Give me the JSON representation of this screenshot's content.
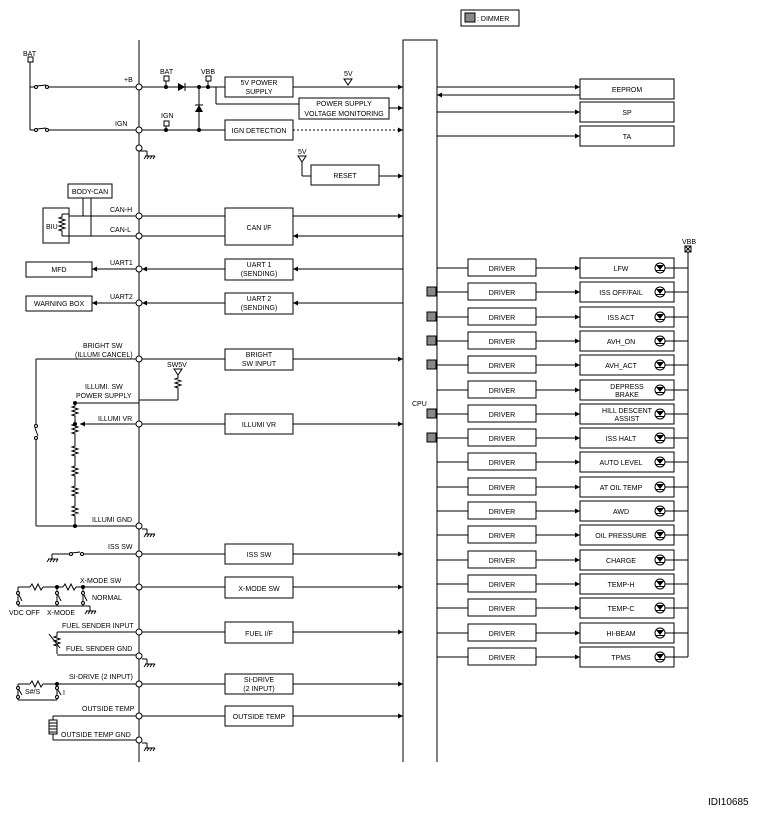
{
  "legend": {
    "label": ": DIMMER"
  },
  "figure_id": "IDI10685",
  "cpu": {
    "label": "CPU"
  },
  "power": {
    "bat_label": "BAT",
    "plus_b_label": "+B",
    "ign_label": "IGN",
    "bat_small": "BAT",
    "vbb_small": "VBB",
    "ign_small": "IGN",
    "supply_5v_label": "5V",
    "supply_5v_label_2": "5V",
    "vbb_right_label": "VBB"
  },
  "blocks": {
    "power_supply_5v": [
      "5V POWER",
      "SUPPLY"
    ],
    "voltage_monitor": [
      "POWER SUPPLY",
      "VOLTAGE MONITORING"
    ],
    "ign_detection": [
      "IGN DETECTION"
    ],
    "reset": [
      "RESET"
    ],
    "can_if": [
      "CAN I/F"
    ],
    "uart1": [
      "UART 1",
      "(SENDING)"
    ],
    "uart2": [
      "UART 2",
      "(SENDING)"
    ],
    "bright_sw_input": [
      "BRIGHT",
      "SW INPUT"
    ],
    "illumi_vr": [
      "ILLUMI VR"
    ],
    "iss_sw": [
      "ISS SW"
    ],
    "xmode_sw": [
      "X-MODE SW"
    ],
    "fuel_if": [
      "FUEL I/F"
    ],
    "si_drive": [
      "SI-DRIVE",
      "(2 INPUT)"
    ],
    "outside_temp": [
      "OUTSIDE TEMP"
    ]
  },
  "external": {
    "body_can": "BODY-CAN",
    "biu": "BIU",
    "mfd": "MFD",
    "warning_box": "WARNING BOX"
  },
  "signals": {
    "can_h": "CAN-H",
    "can_l": "CAN-L",
    "uart1": "UART1",
    "uart2": "UART2",
    "bright_sw": [
      "BRIGHT SW",
      "(ILLUMI CANCEL)"
    ],
    "sw5v": "SW5V",
    "illumi_sw_power": [
      "ILLUMI. SW",
      "POWER SUPPLY"
    ],
    "illumi_vr": "ILLUMI VR",
    "illumi_gnd": "ILLUMI GND",
    "iss_sw": "ISS SW",
    "xmode_sw": "X-MODE SW",
    "normal": "NORMAL",
    "vdc_off": "VDC OFF",
    "x_mode": "X-MODE",
    "fuel_sender_input": "FUEL SENDER INPUT",
    "fuel_sender_gnd": "FUEL SENDER GND",
    "si_drive": "SI-DRIVE (2 INPUT)",
    "sharp_s": "S#/S",
    "i_label": "I",
    "outside_temp": "OUTSIDE TEMP",
    "outside_temp_gnd": "OUTSIDE TEMP GND"
  },
  "memory": [
    "EEPROM",
    "SP",
    "TA"
  ],
  "indicators": [
    {
      "driver": "DRIVER",
      "label": [
        "LFW"
      ],
      "dimmer": false
    },
    {
      "driver": "DRIVER",
      "label": [
        "ISS OFF/FAIL"
      ],
      "dimmer": true
    },
    {
      "driver": "DRIVER",
      "label": [
        "ISS ACT"
      ],
      "dimmer": true
    },
    {
      "driver": "DRIVER",
      "label": [
        "AVH_ON"
      ],
      "dimmer": true
    },
    {
      "driver": "DRIVER",
      "label": [
        "AVH_ACT"
      ],
      "dimmer": true
    },
    {
      "driver": "DRIVER",
      "label": [
        "DEPRESS",
        "BRAKE"
      ],
      "dimmer": false
    },
    {
      "driver": "DRIVER",
      "label": [
        "HILL DESCENT",
        "ASSIST"
      ],
      "dimmer": true
    },
    {
      "driver": "DRIVER",
      "label": [
        "ISS HALT"
      ],
      "dimmer": true
    },
    {
      "driver": "DRIVER",
      "label": [
        "AUTO LEVEL"
      ],
      "dimmer": false
    },
    {
      "driver": "DRIVER",
      "label": [
        "AT OIL TEMP"
      ],
      "dimmer": false
    },
    {
      "driver": "DRIVER",
      "label": [
        "AWD"
      ],
      "dimmer": false
    },
    {
      "driver": "DRIVER",
      "label": [
        "OIL PRESSURE"
      ],
      "dimmer": false
    },
    {
      "driver": "DRIVER",
      "label": [
        "CHARGE"
      ],
      "dimmer": false
    },
    {
      "driver": "DRIVER",
      "label": [
        "TEMP-H"
      ],
      "dimmer": false
    },
    {
      "driver": "DRIVER",
      "label": [
        "TEMP-C"
      ],
      "dimmer": false
    },
    {
      "driver": "DRIVER",
      "label": [
        "HI-BEAM"
      ],
      "dimmer": false
    },
    {
      "driver": "DRIVER",
      "label": [
        "TPMS"
      ],
      "dimmer": false
    }
  ],
  "colors": {
    "line": "#000000",
    "dimmer_fill": "#888888",
    "background": "#ffffff"
  }
}
